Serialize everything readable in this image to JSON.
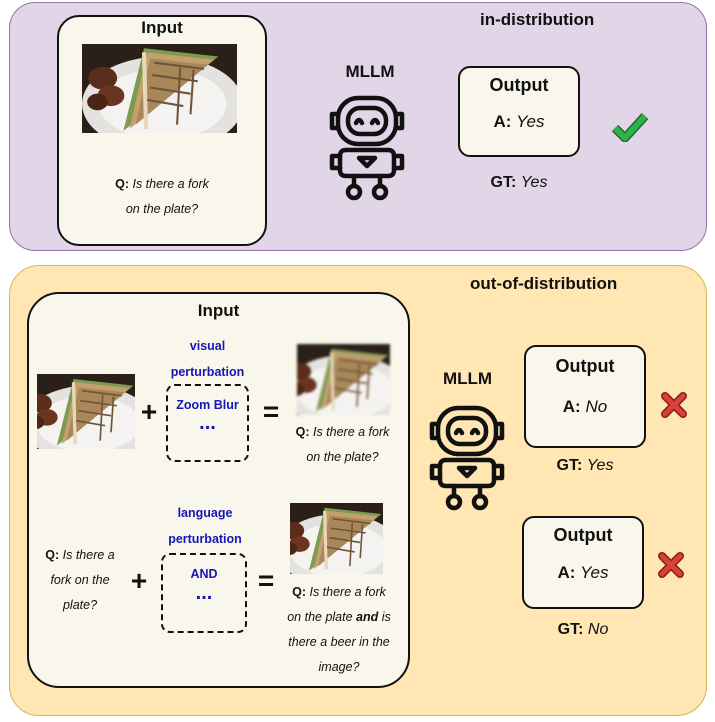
{
  "in_distribution": {
    "region_label": "in-distribution",
    "input_title": "Input",
    "question_lead": "Q:",
    "question_line1": "Is there a fork",
    "question_line2": "on the plate?",
    "model_label": "MLLM",
    "output_title": "Output",
    "answer_lead": "A:",
    "answer": "Yes",
    "gt_lead": "GT:",
    "gt": "Yes",
    "result_icon": "check-icon"
  },
  "out_of_distribution": {
    "region_label": "out-of-distribution",
    "input_title": "Input",
    "visual": {
      "label_line1": "visual",
      "label_line2": "perturbation",
      "perturbation": "Zoom Blur",
      "ellipsis": "...",
      "plus": "+",
      "equals": "=",
      "question_lead": "Q:",
      "question_line1": "Is there a fork",
      "question_line2": "on the plate?"
    },
    "language": {
      "label_line1": "language",
      "label_line2": "perturbation",
      "perturbation": "AND",
      "ellipsis": "...",
      "plus": "+",
      "equals": "=",
      "orig_question_lead": "Q:",
      "orig_question_line1": "Is there a",
      "orig_question_line2": "fork on the",
      "orig_question_line3": "plate?",
      "question_lead": "Q:",
      "question_line1": "Is there a fork",
      "question_line2_pre": "on the plate ",
      "question_line2_bold": "and",
      "question_line2_post": " is",
      "question_line3": "there a beer in the",
      "question_line4": "image?"
    },
    "model_label": "MLLM",
    "outputs": [
      {
        "title": "Output",
        "answer_lead": "A:",
        "answer": "No",
        "gt_lead": "GT:",
        "gt": "Yes",
        "result_icon": "cross-icon"
      },
      {
        "title": "Output",
        "answer_lead": "A:",
        "answer": "Yes",
        "gt_lead": "GT:",
        "gt": "No",
        "result_icon": "cross-icon"
      }
    ]
  },
  "colors": {
    "in_distribution_bg": "#e1d5e7",
    "out_of_distribution_bg": "#ffe6b3",
    "perturbation_text": "#1515b8",
    "check": "#2eb24a",
    "cross": "#d9403a"
  }
}
